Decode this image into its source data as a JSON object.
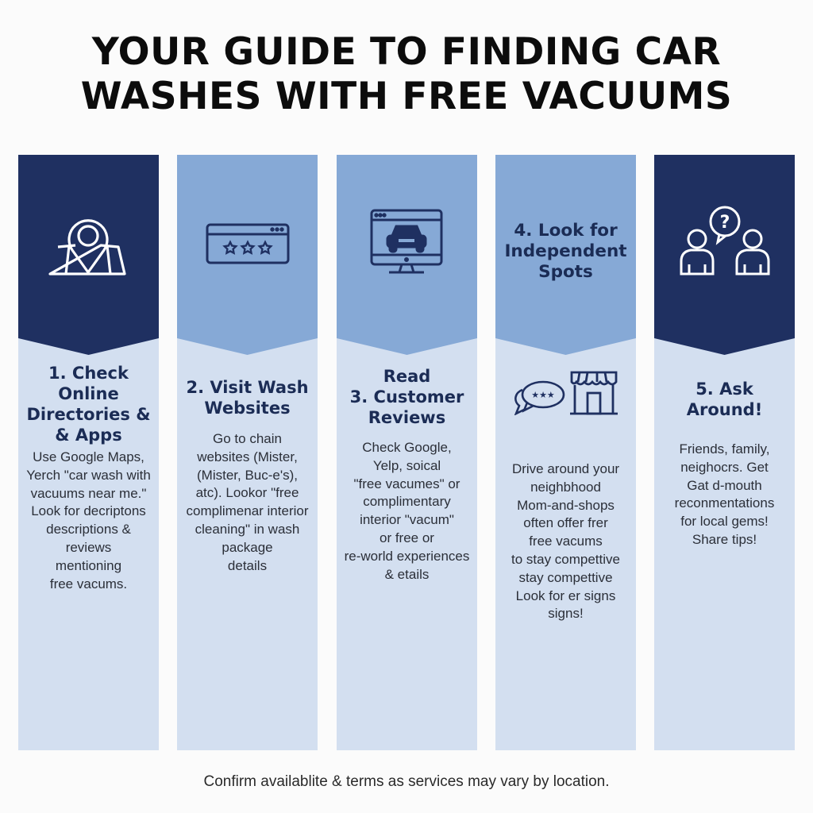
{
  "title": {
    "line1": "YOUR GUIDE TO FINDING CAR",
    "line2": "WASHES WITH FREE VACUUMS"
  },
  "colors": {
    "dark_navy": "#1f3061",
    "medium_blue": "#86a9d6",
    "pale_blue": "#d3dff0",
    "heading_text": "#1b2c55"
  },
  "columns": [
    {
      "banner_style": "dark",
      "banner_icon": "map-pin-icon",
      "heading": "1. Check\nOnline\nDirectories &\n& Apps",
      "body": "Use Google Maps,\nYerch \"car wash with\nvacuums near me.\"\nLook for decriptons\ndescriptions &\nreviews\nmentioning\nfree vacums."
    },
    {
      "banner_style": "light",
      "banner_icon": "browser-rating-icon",
      "heading": "2. Visit Wash\nWebsites",
      "body": "Go to chain\nwebsites (Mister,\n(Mister, Buc-e's),\natc). Lookor \"free\ncomplimenar interior\ncleaning\" in wash\npackage\ndetails"
    },
    {
      "banner_style": "light",
      "banner_icon": "monitor-car-icon",
      "heading": "Read\n3. Customer\nReviews",
      "body": "Check Google,\nYelp, soical\n\"free vacumes\" or\ncomplimentary\ninterior \"vacum\"\nor free or\nre-world experiences\n& etails"
    },
    {
      "banner_style": "light",
      "banner_heading": "4. Look for\nIndependent\nSpots",
      "icons": [
        "review-bubble-icon",
        "storefront-icon"
      ],
      "body": "Drive around your\nneighbhood\nMom-and-shops\noften offer frer\nfree vacums\nto stay compettive\nstay compettive\nLook for er signs\nsigns!"
    },
    {
      "banner_style": "dark",
      "banner_icon": "people-question-icon",
      "heading": "5. Ask\nAround!",
      "body": "Friends, family,\nneighocrs. Get\nGat d-mouth\nreconmentations\nfor local gems!\nShare tips!"
    }
  ],
  "footer": "Confirm availablite & terms as services may vary by location."
}
